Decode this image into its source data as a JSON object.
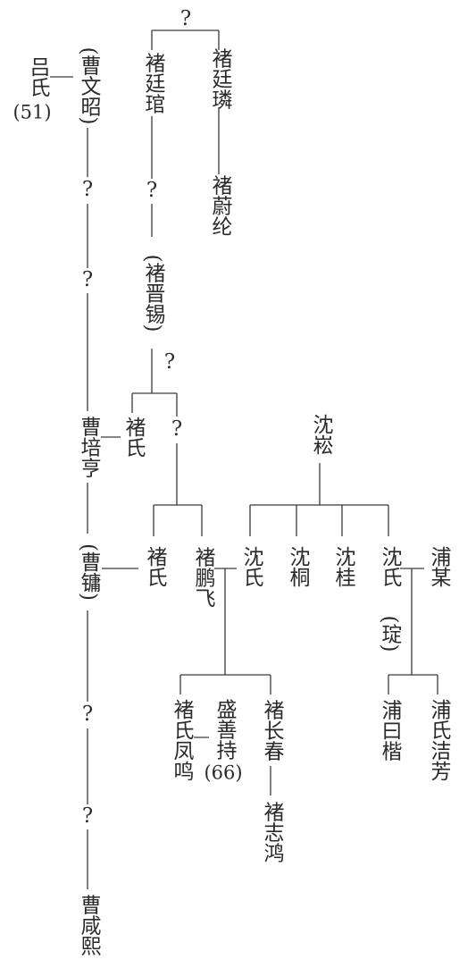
{
  "persons": {
    "lv_shi": "吕氏",
    "lv_shi_age": "(51)",
    "cao_wenzhao": "(曹文昭)",
    "chu_tingguan": "褚廷琯",
    "chu_tinglin": "褚廷璘",
    "chu_weilun": "褚蔚纶",
    "chu_jinxi": "(褚晋锡)",
    "cao_peiheng": "曹培亨",
    "chu_shi_a": "褚氏",
    "shen_song": "沈崧",
    "cao_yong": "(曹镛)",
    "chu_shi_b": "褚氏",
    "chu_pengfei": "褚鹏飞",
    "shen_shi_a": "沈氏",
    "shen_tong": "沈桐",
    "shen_gui": "沈桂",
    "shen_shi_b": "沈氏",
    "shen_shi_b_name": "(琔)",
    "pu_mou": "浦某",
    "chu_shi_fengming": "褚氏凤鸣",
    "sheng_shanchi": "盛善持",
    "sheng_shanchi_age": "(66)",
    "chu_changchun": "褚长春",
    "pu_yuekai": "浦曰楷",
    "pu_shi_jiefang": "浦氏洁芳",
    "chu_zhihong": "褚志鸿",
    "cao_xianxi": "曹咸熙"
  },
  "unknown_marks": [
    "?",
    "?",
    "?",
    "?",
    "?",
    "?",
    "?"
  ]
}
